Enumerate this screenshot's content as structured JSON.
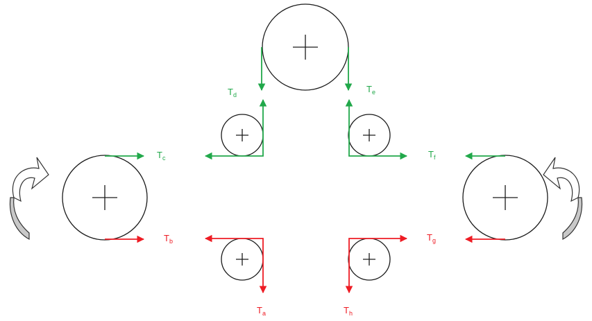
{
  "labels": {
    "green_a": {
      "main": "T",
      "sub": "c"
    },
    "green_b": {
      "main": "T",
      "sub": "d"
    },
    "green_c": {
      "main": "T",
      "sub": "e"
    },
    "green_d": {
      "main": "T",
      "sub": "f"
    },
    "red_a": {
      "main": "T",
      "sub": "b"
    },
    "red_b": {
      "main": "T",
      "sub": "a"
    },
    "red_c": {
      "main": "T",
      "sub": "h"
    },
    "red_d": {
      "main": "T",
      "sub": "g"
    }
  },
  "colors": {
    "tension_green": "#21a84a",
    "tension_red": "#ee1c24",
    "rotation_shade": "#c8c8c8"
  },
  "icons": [
    "curved-rotation-arrow-left-icon",
    "curved-rotation-arrow-right-icon"
  ]
}
